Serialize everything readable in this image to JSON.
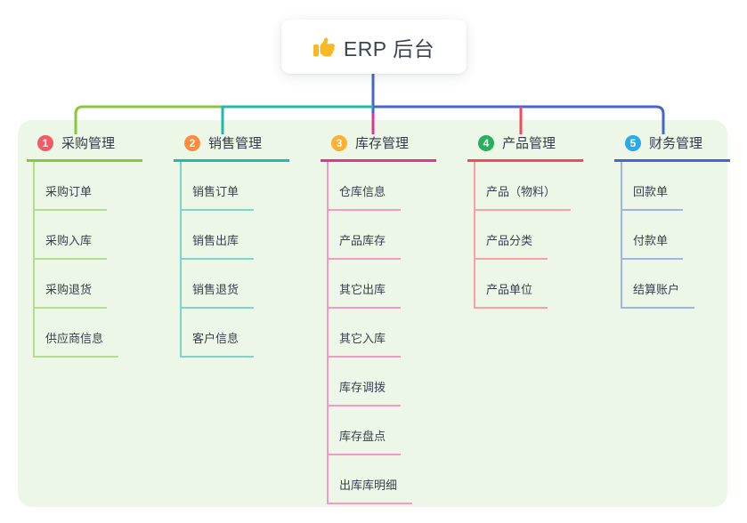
{
  "title": {
    "label": "ERP 后台",
    "icon": "thumbs-up-icon"
  },
  "colors": {
    "page_bg": "#ffffff",
    "panel_bg": "#ecf7e7",
    "title_text": "#3b4453",
    "trunk_blue": "#4666cf",
    "header_text": "#333a49",
    "child_text": "#38404f",
    "icon_yellow": "#f7b928"
  },
  "branches": [
    {
      "number": "1",
      "label": "采购管理",
      "circle_color": "#f25a68",
      "line_color": "#8cc63f",
      "line_light": "#b5dd8a",
      "children": [
        "采购订单",
        "采购入库",
        "采购退货",
        "供应商信息"
      ]
    },
    {
      "number": "2",
      "label": "销售管理",
      "circle_color": "#ff8c3a",
      "line_color": "#20b9ac",
      "line_light": "#7fd4cc",
      "children": [
        "销售订单",
        "销售出库",
        "销售退货",
        "客户信息"
      ]
    },
    {
      "number": "3",
      "label": "库存管理",
      "circle_color": "#ffb02e",
      "line_color": "#e0368f",
      "line_light": "#f39ac6",
      "children": [
        "仓库信息",
        "产品库存",
        "其它出库",
        "其它入库",
        "库存调拨",
        "库存盘点",
        "出库库明细"
      ]
    },
    {
      "number": "4",
      "label": "产品管理",
      "circle_color": "#27b15e",
      "line_color": "#f5485c",
      "line_light": "#f9a0a8",
      "children": [
        "产品（物料）",
        "产品分类",
        "产品单位"
      ]
    },
    {
      "number": "5",
      "label": "财务管理",
      "circle_color": "#2ba9e8",
      "line_color": "#4666cf",
      "line_light": "#9fb4e4",
      "children": [
        "回款单",
        "付款单",
        "结算账户"
      ]
    }
  ]
}
